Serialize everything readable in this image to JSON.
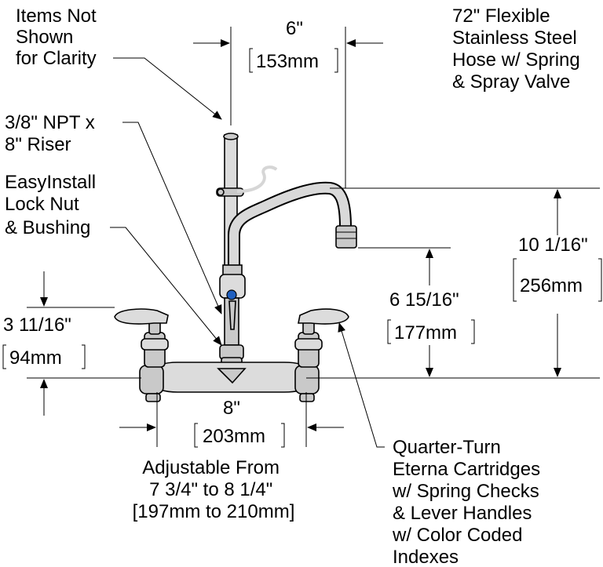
{
  "labels": {
    "items_not_shown": [
      "Items Not",
      "Shown",
      "for Clarity"
    ],
    "riser": [
      "3/8\" NPT x",
      "8\" Riser"
    ],
    "lock_nut": [
      "EasyInstall",
      "Lock Nut",
      "& Bushing"
    ],
    "hose": [
      "72\" Flexible",
      "Stainless Steel",
      "Hose w/ Spring",
      "& Spray Valve"
    ],
    "cartridges": [
      "Quarter-Turn",
      "Eterna Cartridges",
      "w/ Spring Checks",
      "& Lever Handles",
      "w/ Color Coded",
      "Indexes"
    ],
    "adjustable": [
      "Adjustable From",
      "7 3/4\" to 8 1/4\"",
      "[197mm to 210mm]"
    ]
  },
  "dimensions": {
    "top_width": {
      "imperial": "6\"",
      "metric": "153mm"
    },
    "spout_height": {
      "imperial": "10 1/16\"",
      "metric": "256mm"
    },
    "outlet_height": {
      "imperial": "6 15/16\"",
      "metric": "177mm"
    },
    "handle_height": {
      "imperial": "3 11/16\"",
      "metric": "94mm"
    },
    "centers": {
      "imperial": "8\"",
      "metric": "203mm"
    }
  },
  "colors": {
    "index_blue": "#1f5fbf",
    "metal": "#c9c9c9"
  }
}
